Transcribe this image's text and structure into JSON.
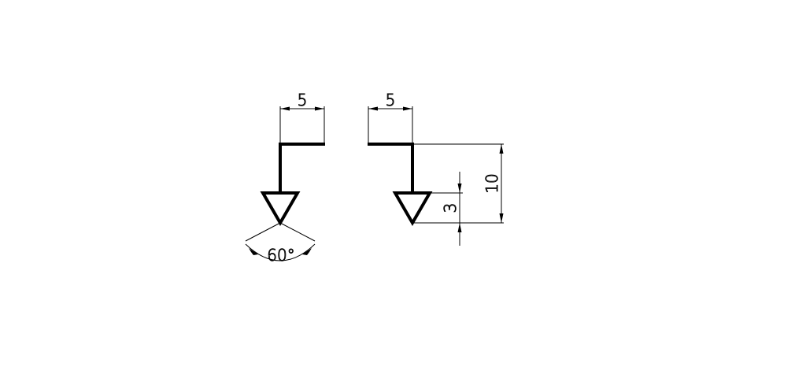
{
  "drawing": {
    "left_symbol": {
      "width_dimension": "5",
      "angle_dimension": "60°"
    },
    "right_symbol": {
      "width_dimension": "5",
      "triangle_height_dimension": "3",
      "total_height_dimension": "10"
    },
    "line_color": "#000000",
    "background_color": "#ffffff"
  }
}
